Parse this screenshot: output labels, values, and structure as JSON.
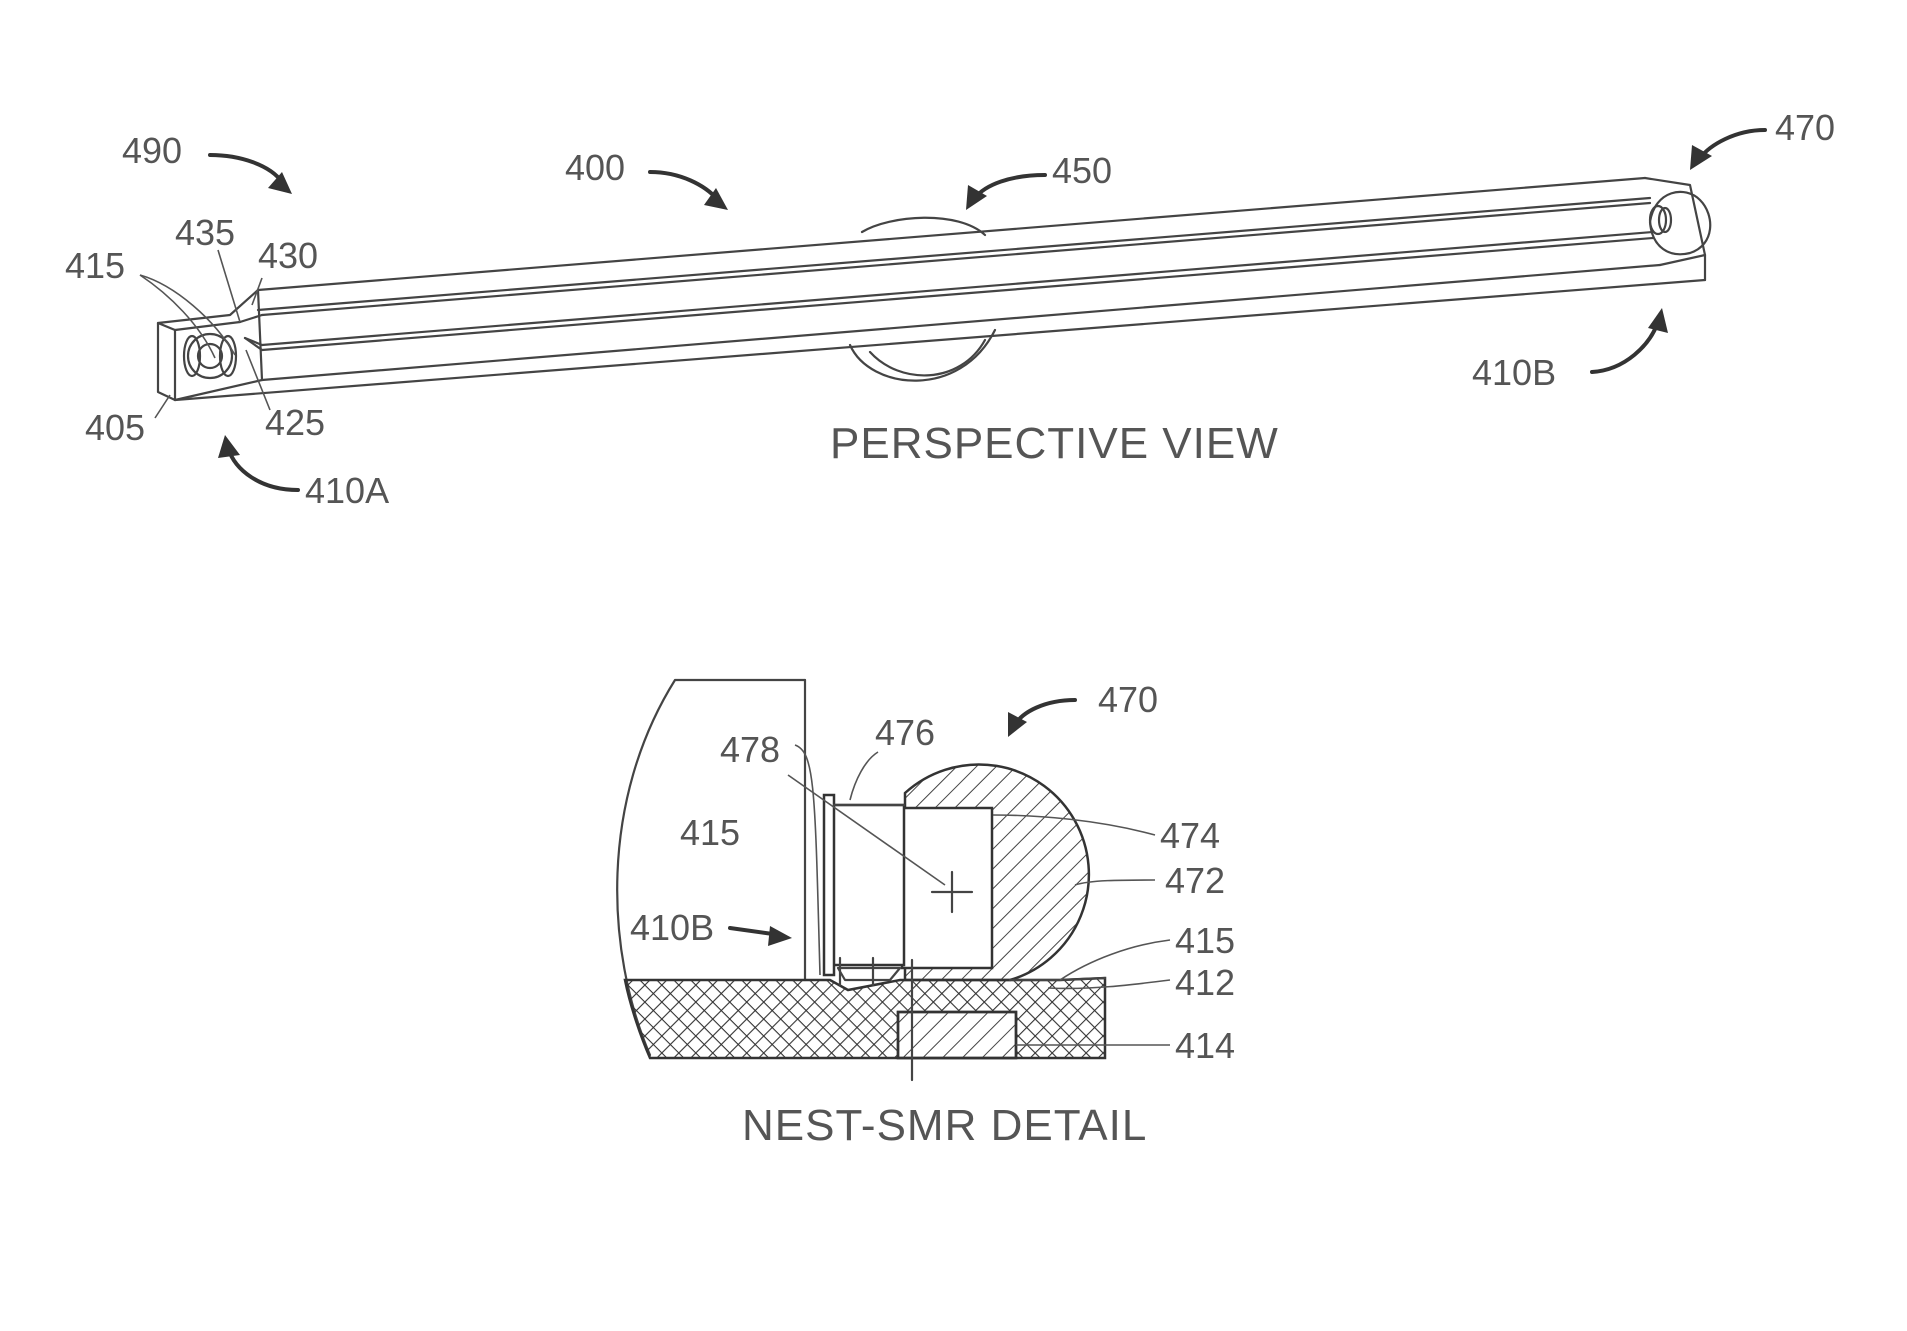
{
  "captions": {
    "perspective": "PERSPECTIVE VIEW",
    "detail": "NEST-SMR DETAIL"
  },
  "labels": {
    "r490": "490",
    "r400": "400",
    "r450": "450",
    "r470_top": "470",
    "r435": "435",
    "r430": "430",
    "r415_top": "415",
    "r405": "405",
    "r425": "425",
    "r410A": "410A",
    "r410B_top": "410B",
    "r470_detail": "470",
    "r478": "478",
    "r476": "476",
    "r415_left": "415",
    "r474": "474",
    "r472": "472",
    "r415_right": "415",
    "r412": "412",
    "r414": "414",
    "r410B_detail": "410B"
  },
  "colors": {
    "ink": "#444444",
    "label": "#555555",
    "background": "#ffffff"
  }
}
